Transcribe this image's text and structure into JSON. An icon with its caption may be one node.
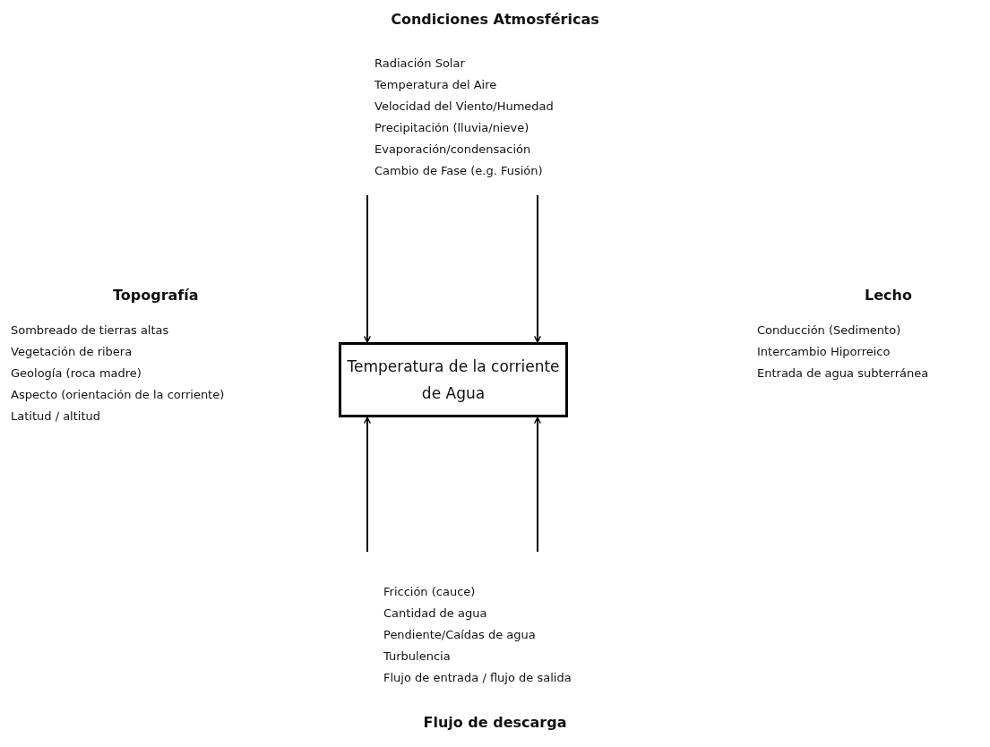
{
  "diagram": {
    "nodes": [
      {
        "text": [
          "Condiciones Atmosféricas",
          "Radiación Solar",
          "Temperatura del Aire",
          "Velocidad del Viento/Humedad",
          "Precipitación (lluvia/nieve)",
          "Evaporación/condensación",
          "Cambio de Fase (e.g. Fusión)"
        ]
      },
      {
        "text": [
          "Topografía",
          "Sombreado de tierras altas",
          "Vegetación de ribera",
          "Geología (roca madre)",
          "Aspecto (orientación de la corriente)",
          "Latitud / altitud"
        ]
      },
      {
        "text": [
          "Temperatura de la corriente de Agua"
        ]
      },
      {
        "text": [
          "Lecho",
          "Conducción  (Sedimento)",
          "Intercambio Hiporreico",
          "Entrada de agua subterránea"
        ]
      },
      {
        "text": [
          "Flujo de descarga",
          "Fricción (cauce)",
          "Cantidad de agua",
          "Pendiente/Caídas de agua",
          "Turbulencia",
          "Flujo de entrada / flujo de salida"
        ]
      }
    ],
    "edges": [
      {
        "from": 0,
        "to": 2,
        "arrow": "to"
      },
      {
        "from": 0,
        "to": 2,
        "arrow": "to"
      },
      {
        "from": 4,
        "to": 2,
        "arrow": "to"
      },
      {
        "from": 4,
        "to": 2,
        "arrow": "to"
      }
    ]
  }
}
